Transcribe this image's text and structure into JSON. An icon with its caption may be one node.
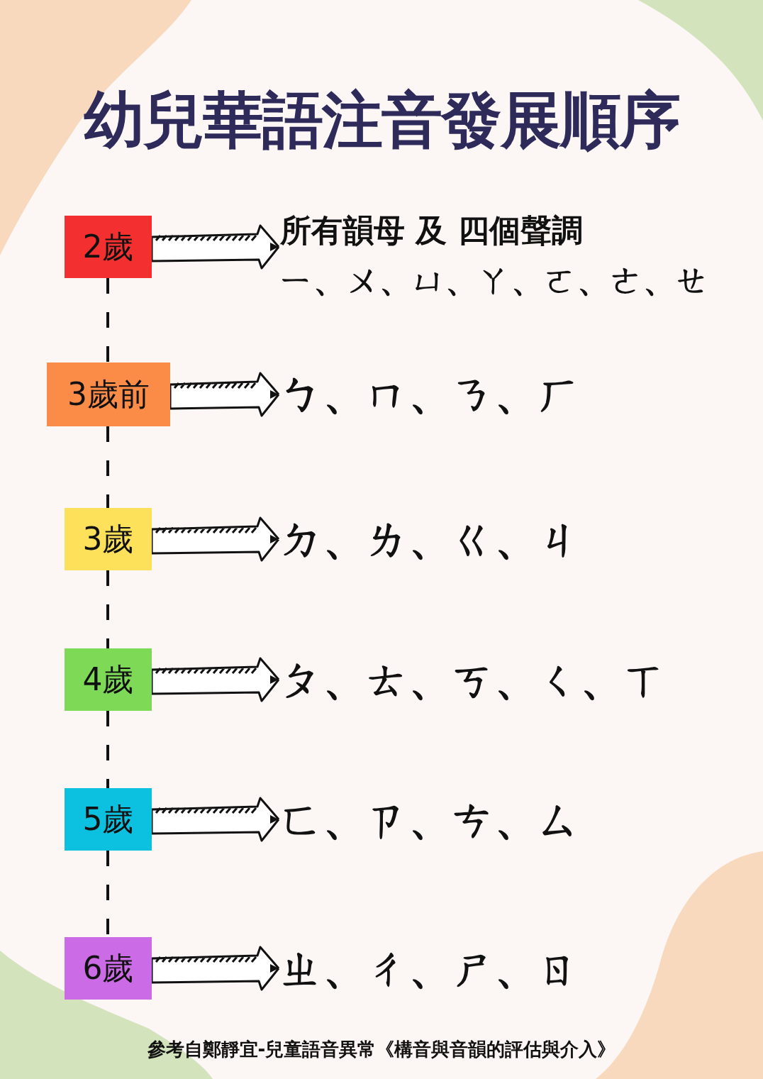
{
  "diagram": {
    "title": "幼兒華語注音發展順序",
    "caption": "參考自鄭靜宜-兒童語音異常《構音與音韻的評估與介入》",
    "nodes": [
      {
        "text": [
          "2歲"
        ]
      },
      {
        "text": [
          "所有韻母 及 四個聲調",
          "ㄧ、ㄨ、ㄩ、ㄚ、ㄛ、ㄜ、ㄝ"
        ]
      },
      {
        "text": [
          "3歲前"
        ]
      },
      {
        "text": [
          "ㄅ、ㄇ、ㄋ、ㄏ"
        ]
      },
      {
        "text": [
          "3歲"
        ]
      },
      {
        "text": [
          "ㄉ、ㄌ、ㄍ、ㄐ"
        ]
      },
      {
        "text": [
          "4歲"
        ]
      },
      {
        "text": [
          "ㄆ、ㄊ、ㄎ、ㄑ、ㄒ"
        ]
      },
      {
        "text": [
          "5歲"
        ]
      },
      {
        "text": [
          "ㄈ、ㄗ、ㄘ、ㄙ"
        ]
      },
      {
        "text": [
          "6歲"
        ]
      },
      {
        "text": [
          "ㄓ、ㄔ、ㄕ、ㄖ"
        ]
      }
    ],
    "edges": [
      {
        "from": 0,
        "to": 1,
        "arrow": "to"
      },
      {
        "from": 2,
        "to": 3,
        "arrow": "to"
      },
      {
        "from": 4,
        "to": 5,
        "arrow": "to"
      },
      {
        "from": 6,
        "to": 7,
        "arrow": "to"
      },
      {
        "from": 8,
        "to": 9,
        "arrow": "to"
      },
      {
        "from": 10,
        "to": 11,
        "arrow": "to"
      },
      {
        "from": 0,
        "to": 2,
        "arrow": "none",
        "style": "dashed"
      },
      {
        "from": 2,
        "to": 4,
        "arrow": "none",
        "style": "dashed"
      },
      {
        "from": 4,
        "to": 6,
        "arrow": "none",
        "style": "dashed"
      },
      {
        "from": 6,
        "to": 8,
        "arrow": "none",
        "style": "dashed"
      },
      {
        "from": 8,
        "to": 10,
        "arrow": "none",
        "style": "dashed"
      }
    ]
  }
}
